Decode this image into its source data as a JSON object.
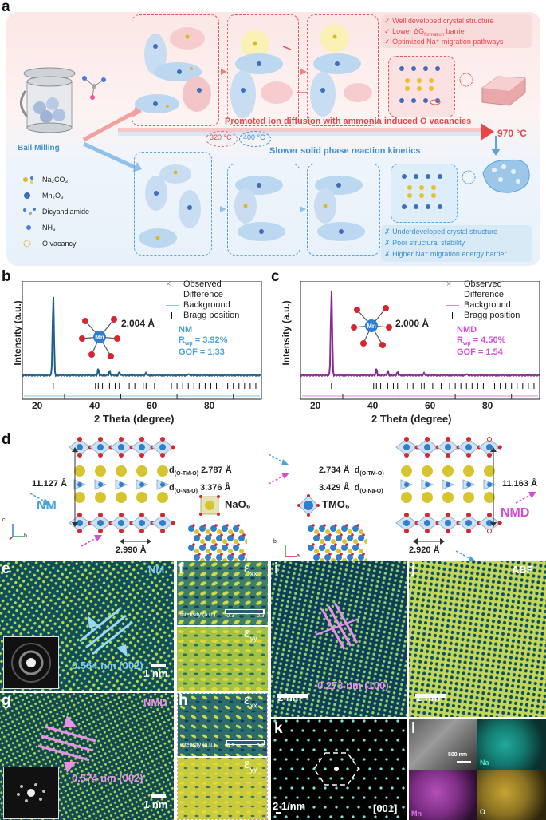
{
  "panel_labels": {
    "a": "a",
    "b": "b",
    "c": "c",
    "d": "d",
    "e": "e",
    "f": "f",
    "g": "g",
    "h": "h",
    "i": "i",
    "j": "j",
    "k": "k",
    "l": "l"
  },
  "panel_a": {
    "ball_milling": "Ball Milling",
    "legend": [
      "Na₂CO₃",
      "Mn₂O₃",
      "Dicyandiamide",
      "NH₃",
      "O vacancy"
    ],
    "temp_320": "320 °C",
    "temp_400": "400 °C",
    "temp_970": "970 °C",
    "promoted_text": "Promoted ion diffusion with ammonia induced O vacancies",
    "slower_text": "Slower solid phase reaction kinetics",
    "benefits": [
      "Well developed crystal structure",
      "Lower ΔG",
      "formation",
      " barrier",
      "Optimized Na⁺ migration pathways"
    ],
    "drawbacks": [
      "Underdeveloped crystal structure",
      "Poor structural stability",
      "Higher Na⁺ migration energy barrier"
    ],
    "check_mark": "✓",
    "cross_mark": "✗"
  },
  "panel_b": {
    "legend": [
      "Observed",
      "Difference",
      "Background",
      "Bragg position"
    ],
    "bond": "2.004 Å",
    "sample": "NM",
    "rwp_label": "R",
    "rwp_sub": "wp",
    "rwp_value": " = 3.92%",
    "gof": "GOF = 1.33",
    "ylabel": "Intensity (a.u.)",
    "xlabel": "2 Theta (degree)",
    "ticks": [
      "20",
      "40",
      "60",
      "80"
    ],
    "center_atom": "Mn"
  },
  "panel_c": {
    "legend": [
      "Observed",
      "Difference",
      "Background",
      "Bragg position"
    ],
    "bond": "2.000  Å",
    "sample": "NMD",
    "rwp_label": "R",
    "rwp_sub": "wp",
    "rwp_value": " = 4.50%",
    "gof": "GOF = 1.54",
    "ylabel": "Intensity (a.u.)",
    "xlabel": "2 Theta (degree)",
    "ticks": [
      "20",
      "40",
      "60",
      "80"
    ],
    "center_atom": "Mn"
  },
  "panel_d": {
    "left_c": "11.127 Å",
    "right_c": "11.163 Å",
    "d_tmo_label": "d",
    "d_tmo_sub": "(O-TM-O)",
    "d_nao_label": "d",
    "d_nao_sub": "(O-Na-O)",
    "left_tmo": "2.787 Å",
    "left_nao": "3.376 Å",
    "right_tmo": "2.734 Å",
    "right_nao": "3.429 Å",
    "left_a": "2.990 Å",
    "right_a": "2.920 Å",
    "nm": "NM",
    "nmd": "NMD",
    "nao6": "NaO₆",
    "tmo6": "TMO₆",
    "axes_left": [
      "c",
      "b"
    ],
    "axes_right": [
      "b",
      "a"
    ]
  },
  "panel_e": {
    "sample": "NM",
    "spacing": "0.564 nm (002)",
    "scale": "1 nm"
  },
  "panel_g": {
    "sample": "NMD",
    "spacing": "0.574 nm (002)",
    "scale": "1 nm"
  },
  "panel_f": {
    "exx": "ε",
    "exx_sub": "xx",
    "eyy": "ε",
    "eyy_sub": "yy",
    "cbar_label": "Intensity (a.u.)",
    "cbar_min": "-0.3",
    "cbar_max": "0.3"
  },
  "panel_h": {
    "exx": "ε",
    "exx_sub": "xx",
    "eyy": "ε",
    "eyy_sub": "yy",
    "cbar_label": "Intensity (a.u.)",
    "cbar_min": "-0.3",
    "cbar_max": "0.3"
  },
  "panel_i": {
    "spacing": "0.273 nm (100)",
    "scale": "2 nm"
  },
  "panel_j": {
    "mode": "ABF",
    "scale": "2 nm"
  },
  "panel_k": {
    "scale": "2 1/nm",
    "zone": "[001]"
  },
  "panel_l": {
    "scale": "500 nm",
    "na": "Na",
    "mn": "Mn",
    "o": "O"
  },
  "colors": {
    "nm_blue": "#4aa3d8",
    "nmd_pink": "#d14fd1",
    "red_text": "#e8464b",
    "blue_text": "#3f8fd2"
  }
}
